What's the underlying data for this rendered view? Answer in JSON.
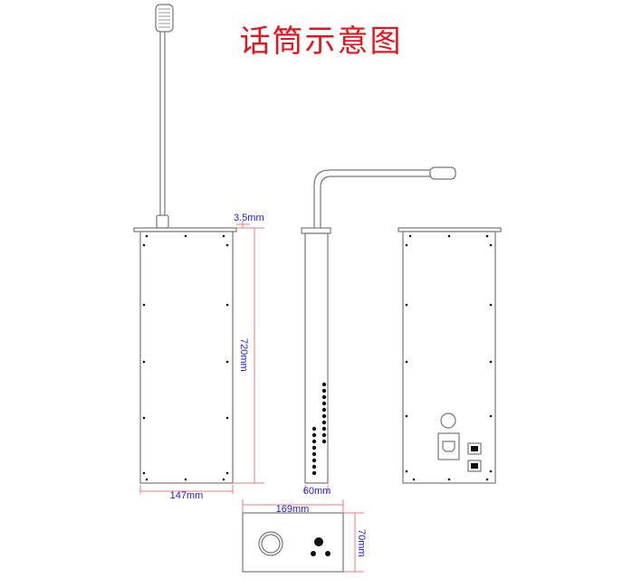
{
  "title": "话筒示意图",
  "dimensions": {
    "plate_thickness": "3.5mm",
    "height": "720mm",
    "front_width": "147mm",
    "side_width": "60mm",
    "bottom_length": "169mm",
    "bottom_depth": "70mm"
  },
  "colors": {
    "title": "#e8121a",
    "dimension_line": "#f07a7a",
    "dimension_text": "#1a1aff",
    "outline": "#777777"
  }
}
